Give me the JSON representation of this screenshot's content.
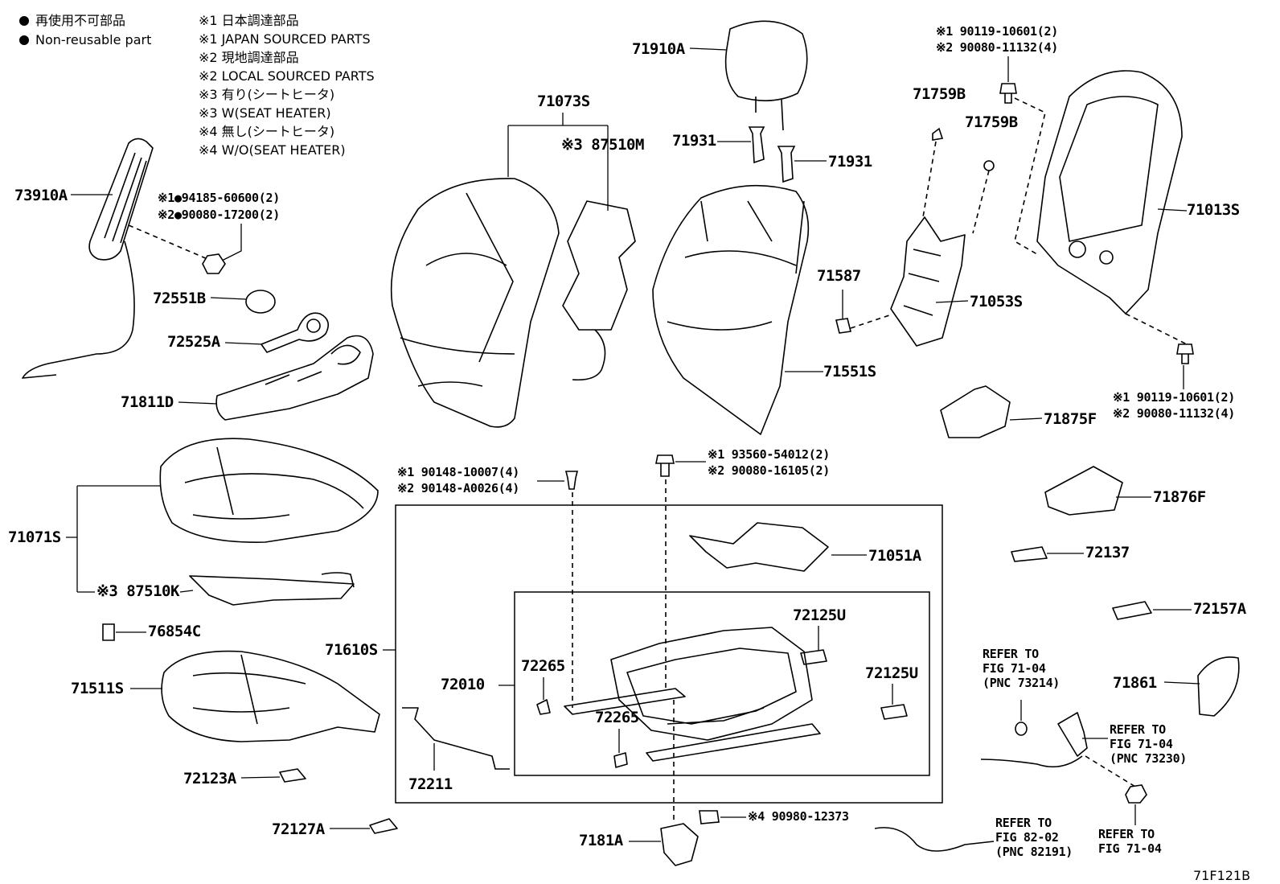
{
  "legend": {
    "non_reusable_jp": "再使用不可部品",
    "non_reusable_en": "Non-reusable part",
    "notes": [
      "※1 日本調達部品",
      "※1 JAPAN SOURCED PARTS",
      "※2 現地調達部品",
      "※2 LOCAL SOURCED PARTS",
      "※3 有り(シートヒータ)",
      "※3 W(SEAT HEATER)",
      "※4 無し(シートヒータ)",
      "※4 W/O(SEAT HEATER)"
    ]
  },
  "parts": {
    "p73910A": "73910A",
    "p94185": "※1●94185-60600(2)",
    "p90080_17200": "※2●90080-17200(2)",
    "p72551B": "72551B",
    "p72525A": "72525A",
    "p71811D": "71811D",
    "p71073S": "71073S",
    "p87510M": "※3 87510M",
    "p71910A": "71910A",
    "p71931a": "71931",
    "p71931b": "71931",
    "p71551S": "71551S",
    "p90119_top": "※1 90119-10601(2)",
    "p90080_11132_top": "※2 90080-11132(4)",
    "p71759Ba": "71759B",
    "p71759Bb": "71759B",
    "p71587": "71587",
    "p71053S": "71053S",
    "p71013S": "71013S",
    "p90119_bot": "※1 90119-10601(2)",
    "p90080_11132_bot": "※2 90080-11132(4)",
    "p71875F": "71875F",
    "p71876F": "71876F",
    "p71071S": "71071S",
    "p87510K": "※3 87510K",
    "p76854C": "76854C",
    "p71511S": "71511S",
    "p72123A": "72123A",
    "p72127A": "72127A",
    "p90148_10007": "※1 90148-10007(4)",
    "p90148_A0026": "※2 90148-A0026(4)",
    "p93560": "※1 93560-54012(2)",
    "p90080_16105": "※2 90080-16105(2)",
    "p71051A": "71051A",
    "p72137": "72137",
    "p72157A": "72157A",
    "p71610S": "71610S",
    "p72010": "72010",
    "p72265a": "72265",
    "p72265b": "72265",
    "p72125Ua": "72125U",
    "p72125Ub": "72125U",
    "p72211": "72211",
    "p7181A": "7181A",
    "p90980": "※4 90980-12373",
    "p71861": "71861"
  },
  "refs": {
    "r1": [
      "REFER TO",
      "FIG 71-04",
      "(PNC 73214)"
    ],
    "r2": [
      "REFER TO",
      "FIG 71-04",
      "(PNC 73230)"
    ],
    "r3": [
      "REFER TO",
      "FIG 82-02",
      "(PNC 82191)"
    ],
    "r4": [
      "REFER TO",
      "FIG 71-04"
    ]
  },
  "figure_code": "71F121B"
}
